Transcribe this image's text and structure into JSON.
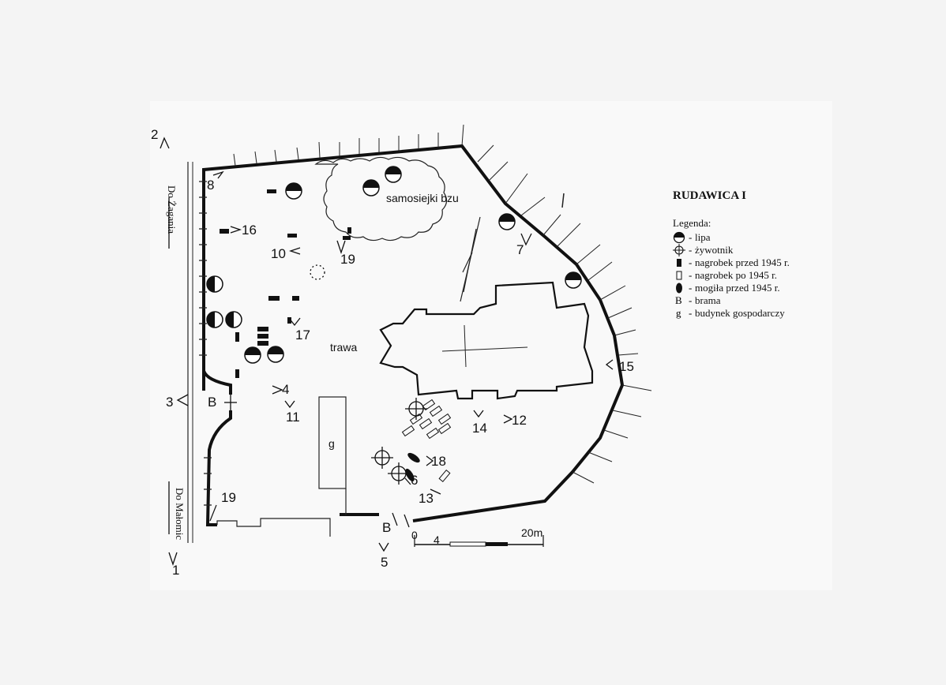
{
  "title": "RUDAWICA I",
  "legend": {
    "heading": "Legenda:",
    "items": [
      {
        "symbol": "lipa-icon",
        "label": "lipa"
      },
      {
        "symbol": "zywotnik-icon",
        "label": "żywotnik"
      },
      {
        "symbol": "grave-before-1945-icon",
        "label": "nagrobek przed 1945 r."
      },
      {
        "symbol": "grave-after-1945-icon",
        "label": "nagrobek po 1945 r."
      },
      {
        "symbol": "mound-before-1945-icon",
        "label": "mogiła przed 1945 r."
      },
      {
        "symbol": "B",
        "label": "brama"
      },
      {
        "symbol": "g",
        "label": "budynek gospodarczy"
      }
    ],
    "dash": "-"
  },
  "map": {
    "road_north": "Do Żagania",
    "road_south": "Do Małomic",
    "area_lilac": "samosiejki bzu",
    "area_grass": "trawa",
    "building_letter": "g",
    "gate_letter": "B",
    "views": [
      "1",
      "2",
      "3",
      "4",
      "5",
      "6",
      "7",
      "8",
      "10",
      "11",
      "12",
      "13",
      "14",
      "15",
      "16",
      "17",
      "18",
      "19",
      "19"
    ]
  },
  "scale": {
    "zero": "0",
    "mid": "4",
    "end": "20m"
  }
}
